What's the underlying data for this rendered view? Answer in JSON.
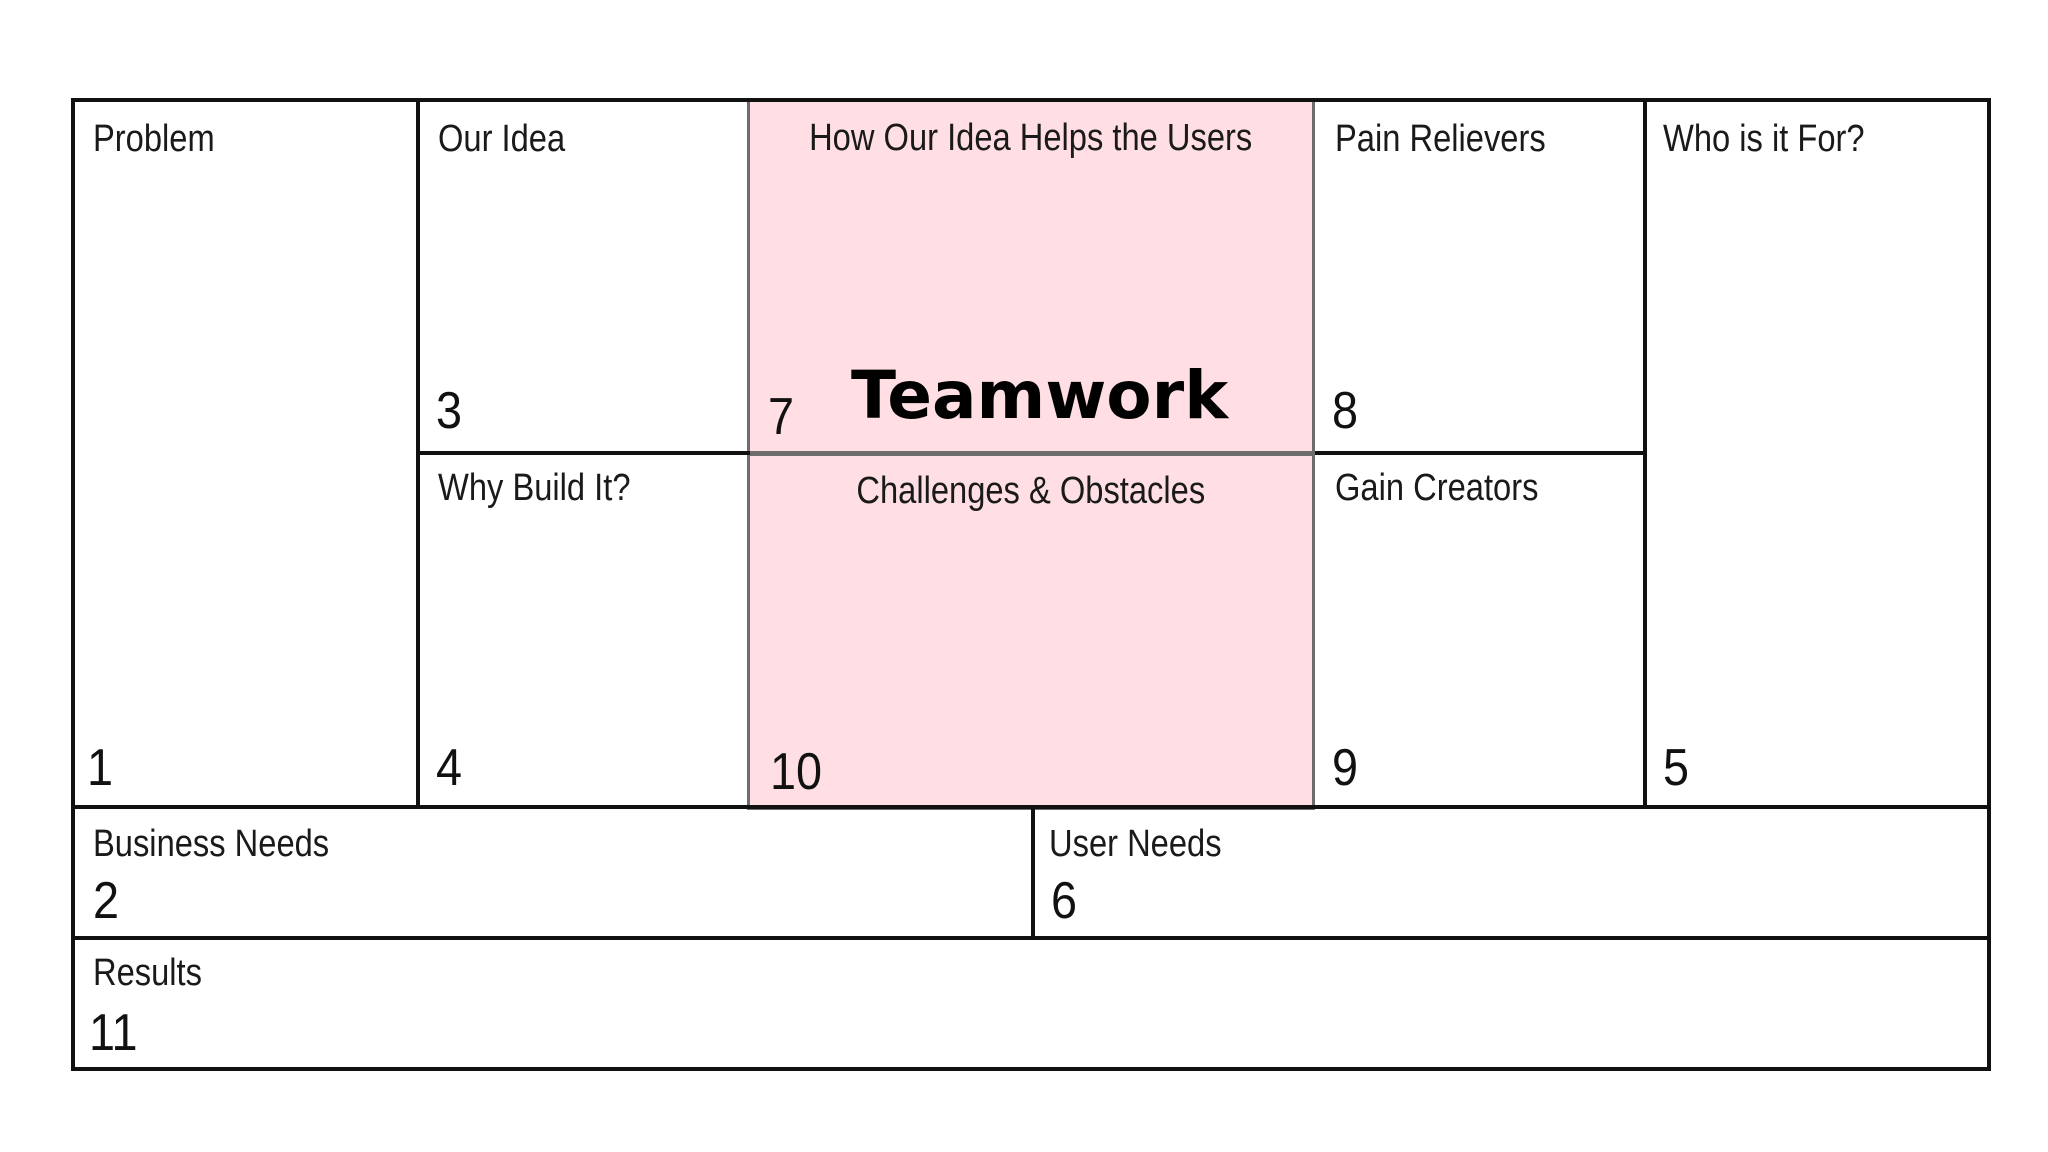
{
  "colors": {
    "line": "#111111",
    "highlight_fill": "#ffdfe3",
    "highlight_border": "#6d6d6d",
    "background": "#ffffff"
  },
  "canvas": {
    "blocks": {
      "problem": {
        "label": "Problem",
        "number": "1"
      },
      "business_needs": {
        "label": "Business Needs",
        "number": "2"
      },
      "our_idea": {
        "label": "Our Idea",
        "number": "3"
      },
      "why_build_it": {
        "label": "Why Build It?",
        "number": "4"
      },
      "who_is_it_for": {
        "label": "Who is it For?",
        "number": "5"
      },
      "user_needs": {
        "label": "User Needs",
        "number": "6"
      },
      "how_idea_helps": {
        "label": "How Our Idea Helps the Users",
        "number": "7",
        "annotation": "Teamwork"
      },
      "pain_relievers": {
        "label": "Pain Relievers",
        "number": "8"
      },
      "gain_creators": {
        "label": "Gain Creators",
        "number": "9"
      },
      "challenges": {
        "label": "Challenges & Obstacles",
        "number": "10"
      },
      "results": {
        "label": "Results",
        "number": "11"
      }
    }
  }
}
